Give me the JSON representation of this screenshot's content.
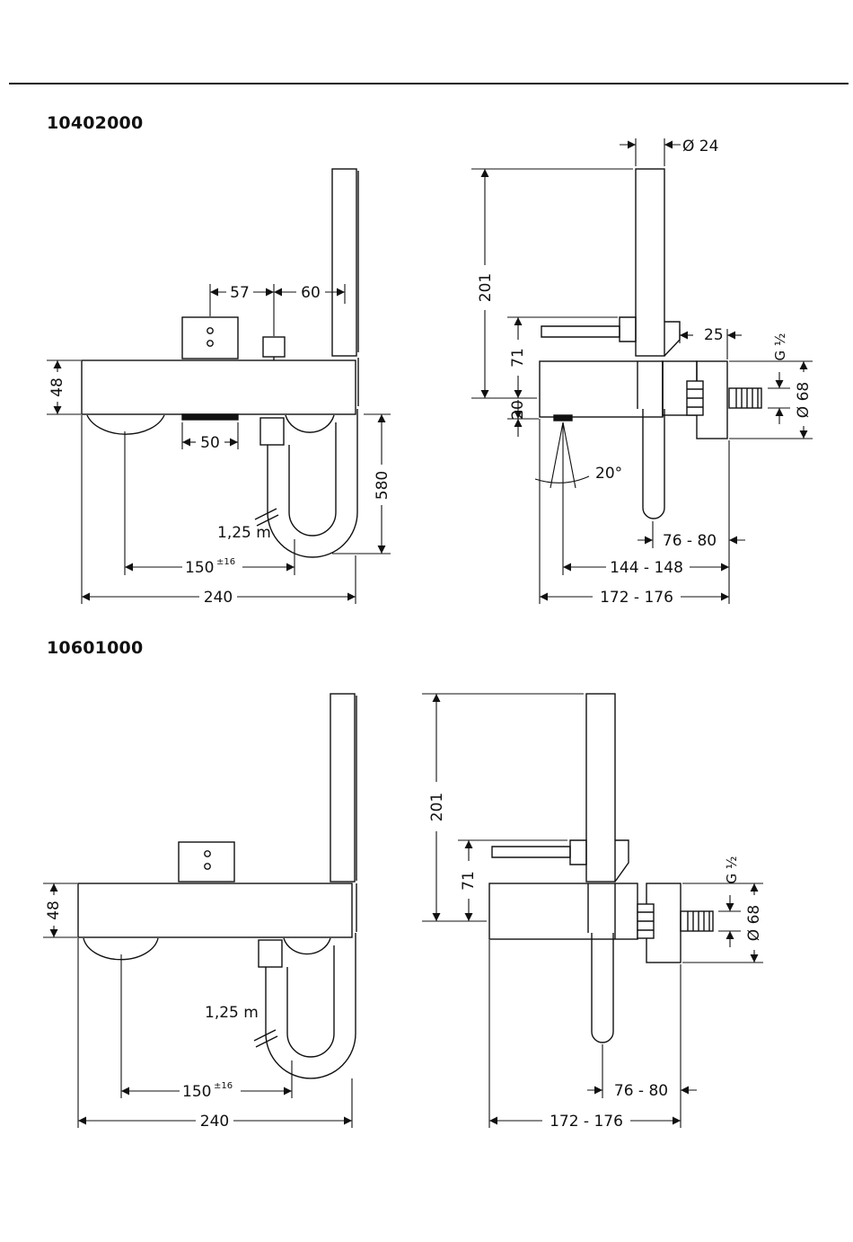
{
  "models": [
    {
      "code": "10402000",
      "front": {
        "d57": "57",
        "d60": "60",
        "d48": "48",
        "d50": "50",
        "d580": "580",
        "hose": "1,25 m",
        "d150": "150",
        "d150_tol": "±16",
        "d240": "240"
      },
      "side": {
        "dia24": "Ø 24",
        "d201": "201",
        "d71": "71",
        "d20": "20",
        "d25": "25",
        "thread": "G ½",
        "dia68": "Ø 68",
        "angle": "20°",
        "d76_80": "76 - 80",
        "d144_148": "144 - 148",
        "d172_176": "172 - 176"
      }
    },
    {
      "code": "10601000",
      "front": {
        "d48": "48",
        "hose": "1,25 m",
        "d150": "150",
        "d150_tol": "±16",
        "d240": "240"
      },
      "side": {
        "d201": "201",
        "d71": "71",
        "thread": "G ½",
        "dia68": "Ø 68",
        "d76_80": "76 - 80",
        "d172_176": "172 - 176"
      }
    }
  ]
}
